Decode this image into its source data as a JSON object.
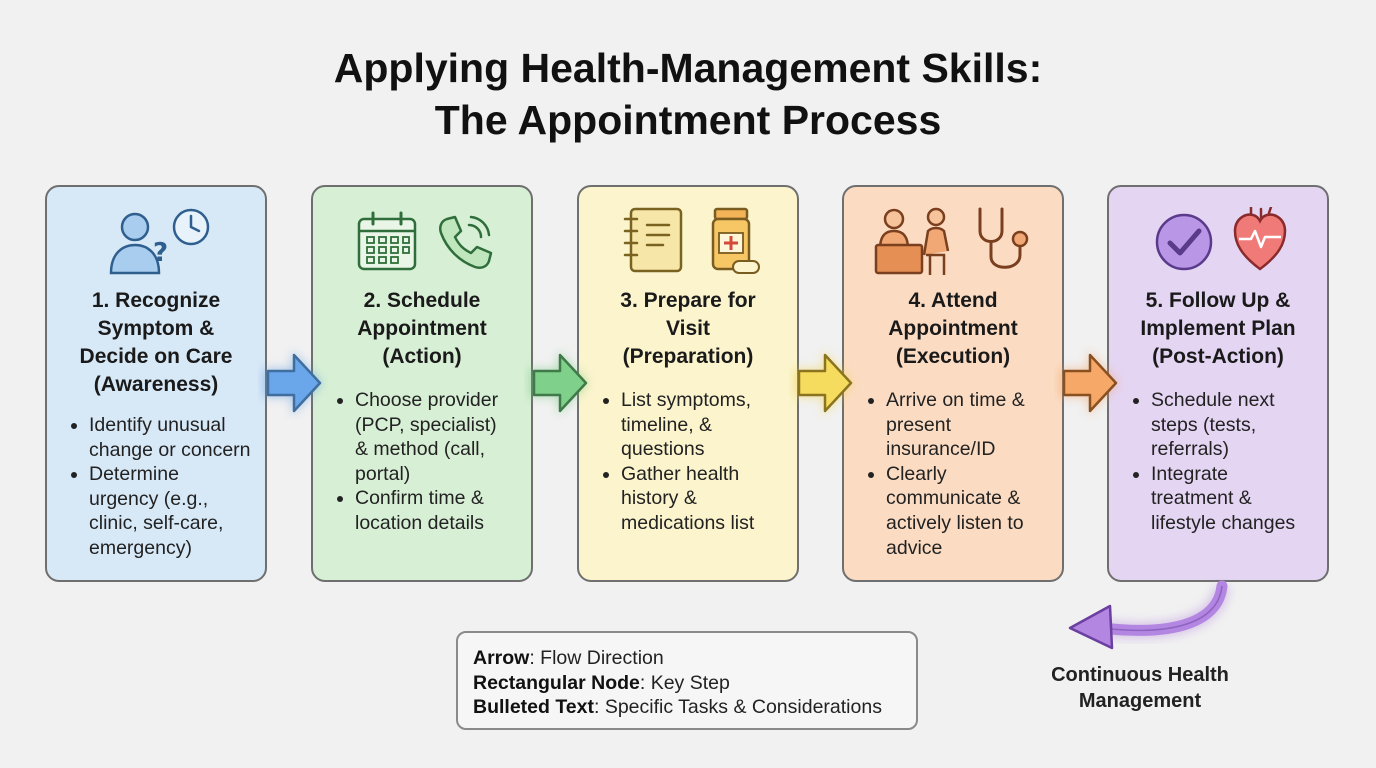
{
  "title": {
    "line1": "Applying Health-Management Skills:",
    "line2": "The Appointment Process"
  },
  "steps": [
    {
      "heading": [
        "1. Recognize",
        "Symptom &",
        "Decide on Care",
        "(Awareness)"
      ],
      "icons": [
        "person-question-icon",
        "clock-icon"
      ],
      "bullets": [
        [
          "Identify unusual",
          "change or concern"
        ],
        [
          "Determine",
          "urgency (e.g.,",
          "clinic, self-care,",
          "emergency)"
        ]
      ],
      "color": "#d7e8f7"
    },
    {
      "heading": [
        "2. Schedule",
        "Appointment",
        "(Action)"
      ],
      "icons": [
        "calendar-icon",
        "phone-icon"
      ],
      "bullets": [
        [
          "Choose provider",
          "(PCP, specialist)",
          "& method (call,",
          "portal)"
        ],
        [
          "Confirm time &",
          "location details"
        ]
      ],
      "color": "#d7efd5"
    },
    {
      "heading": [
        "3. Prepare for",
        "Visit",
        "(Preparation)"
      ],
      "icons": [
        "notebook-icon",
        "medicine-bottle-icon"
      ],
      "bullets": [
        [
          "List symptoms,",
          "timeline, &",
          "questions"
        ],
        [
          "Gather health",
          "history &",
          "medications list"
        ]
      ],
      "color": "#fbf4cd"
    },
    {
      "heading": [
        "4. Attend",
        "Appointment",
        "(Execution)"
      ],
      "icons": [
        "doctor-consultation-icon",
        "stethoscope-icon"
      ],
      "bullets": [
        [
          "Arrive on time &",
          "present",
          "insurance/ID"
        ],
        [
          "Clearly",
          "communicate &",
          "actively listen to",
          "advice"
        ]
      ],
      "color": "#fbdcc3"
    },
    {
      "heading": [
        "5. Follow Up &",
        "Implement Plan",
        "(Post-Action)"
      ],
      "icons": [
        "check-circle-icon",
        "heart-icon"
      ],
      "bullets": [
        [
          "Schedule next",
          "steps (tests,",
          "referrals)"
        ],
        [
          "Integrate",
          "treatment &",
          "lifestyle changes"
        ]
      ],
      "color": "#e4d5f3"
    }
  ],
  "legend": [
    {
      "term": "Arrow",
      "desc": ": Flow Direction"
    },
    {
      "term": "Rectangular Node",
      "desc": ": Key Step"
    },
    {
      "term": "Bulleted Text",
      "desc": ": Specific Tasks & Considerations"
    }
  ],
  "loop_label": [
    "Continuous Health",
    "Management"
  ],
  "colors": {
    "arrow1": "#4a8fe0",
    "arrow2": "#5cbf6a",
    "arrow3": "#f2cf3a",
    "arrow4": "#f2934a",
    "loop": "#a46ed8"
  }
}
